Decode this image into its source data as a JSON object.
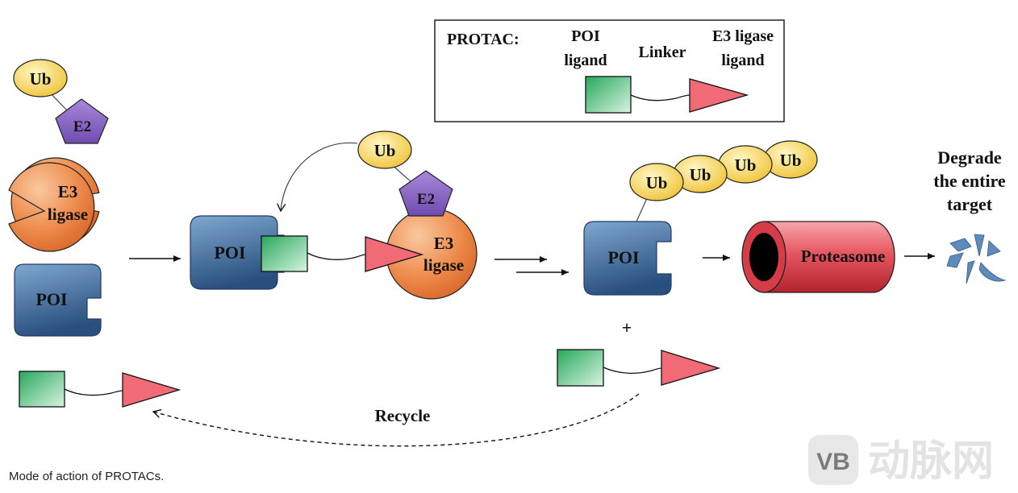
{
  "legend": {
    "heading": "PROTAC:",
    "poi_ligand": [
      "POI",
      "ligand"
    ],
    "linker": "Linker",
    "e3_ligand": [
      "E3 ligase",
      "ligand"
    ]
  },
  "labels": {
    "ub": "Ub",
    "e2": "E2",
    "e3": [
      "E3",
      "ligase"
    ],
    "poi": "POI",
    "proteasome": "Proteasome",
    "degrade": [
      "Degrade",
      "the entire",
      "target"
    ],
    "plus": "+",
    "recycle": "Recycle"
  },
  "caption": "Mode of action of PROTACs.",
  "watermark": "动脉网",
  "colors": {
    "ub_fill": "#f7d342",
    "e2_fill": "#8d69c6",
    "e3_fill": "#ec8a4a",
    "poi_fill": "#3f6d9c",
    "poi_ligand_fill": "#49c47d",
    "e3_ligand_fill": "#f06b76",
    "proteasome_fill": "#e0414e"
  }
}
